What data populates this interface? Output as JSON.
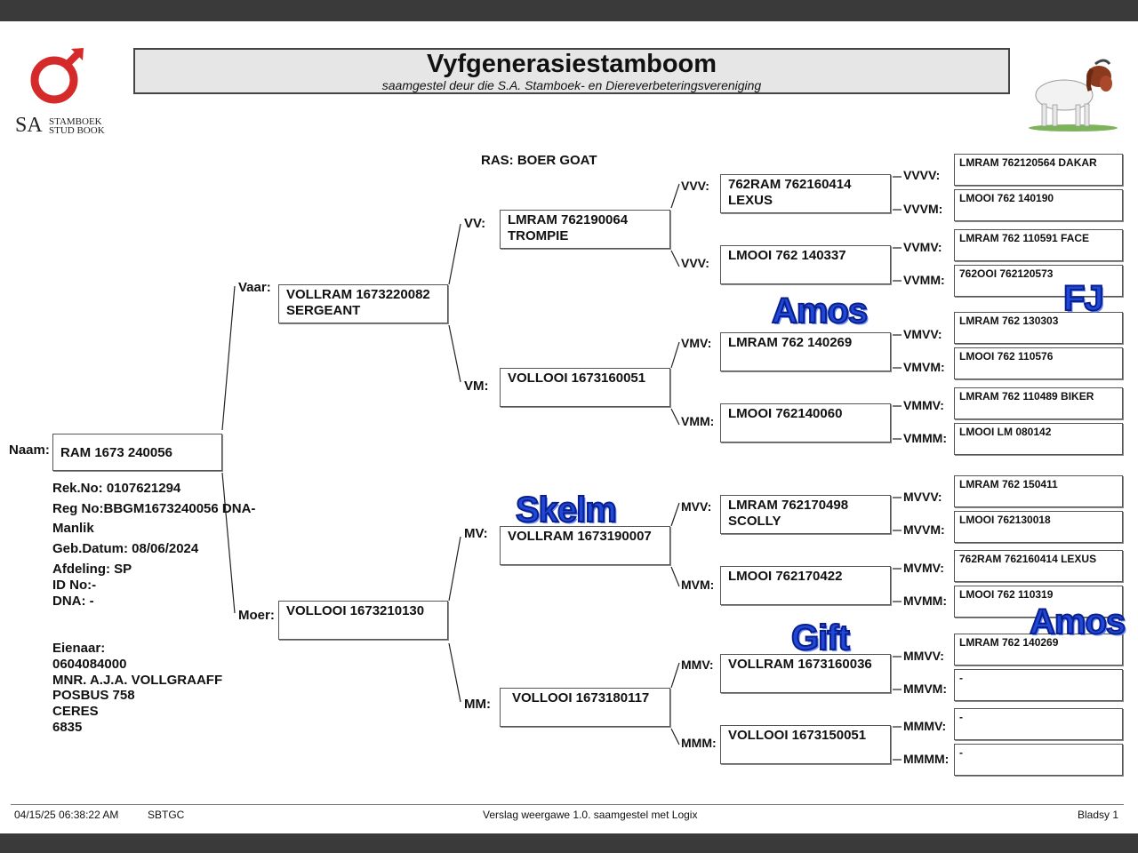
{
  "header": {
    "title": "Vyfgenerasiestamboom",
    "subtitle": "saamgestel deur die S.A. Stamboek- en Diereverbeteringsvereniging",
    "logo_sa": "SA",
    "logo_line1": "STAMBOEK",
    "logo_line2": "STUD BOOK",
    "breed": "RAS: BOER GOAT"
  },
  "animal": {
    "naam_label": "Naam:",
    "naam": "RAM 1673 240056",
    "rek_no": "Rek.No: 0107621294",
    "reg_no": "Reg No:BBGM1673240056 DNA-",
    "sex": "Manlik",
    "geb": "Geb.Datum: 08/06/2024",
    "afdeling": "Afdeling: SP",
    "id_no": "ID No:-",
    "dna": "DNA: -"
  },
  "owner": {
    "label": "Eienaar:",
    "number": "0604084000",
    "name": "MNR. A.J.A. VOLLGRAAFF",
    "box": "POSBUS 758",
    "town": "CERES",
    "code": "6835"
  },
  "gen1": {
    "vaar_label": "Vaar:",
    "vaar_line1": "VOLLRAM 1673220082",
    "vaar_line2": "SERGEANT",
    "moer_label": "Moer:",
    "moer_line1": "VOLLOOI 1673210130"
  },
  "gen2": {
    "vv_label": "VV:",
    "vv_line1": "LMRAM 762190064",
    "vv_line2": "TROMPIE",
    "vm_label": "VM:",
    "vm_line1": "VOLLOOI 1673160051",
    "mv_label": "MV:",
    "mv_line1": "VOLLRAM 1673190007",
    "mm_label": "MM:",
    "mm_line1": "VOLLOOI 1673180117"
  },
  "gen3": {
    "vvv_label": "VVV:",
    "vvv_line1": "762RAM 762160414",
    "vvv_line2": "LEXUS",
    "vvm_label": "VVV:",
    "vvm_line1": "LMOOI 762 140337",
    "vmv_label": "VMV:",
    "vmv_line1": "LMRAM 762 140269",
    "vmm_label": "VMM:",
    "vmm_line1": "LMOOI 762140060",
    "mvv_label": "MVV:",
    "mvv_line1": "LMRAM 762170498",
    "mvv_line2": "SCOLLY",
    "mvm_label": "MVM:",
    "mvm_line1": "LMOOI 762170422",
    "mmv_label": "MMV:",
    "mmv_line1": "VOLLRAM 1673160036",
    "mmm_label": "MMM:",
    "mmm_line1": "VOLLOOI 1673150051"
  },
  "gen4": [
    {
      "label": "VVVV:",
      "value": "LMRAM 762120564  DAKAR"
    },
    {
      "label": "VVVM:",
      "value": "LMOOI 762 140190"
    },
    {
      "label": "VVMV:",
      "value": "LMRAM 762 110591 FACE"
    },
    {
      "label": "VVMM:",
      "value": "762OOI 762120573"
    },
    {
      "label": "VMVV:",
      "value": "LMRAM 762 130303"
    },
    {
      "label": "VMVM:",
      "value": "LMOOI 762 110576"
    },
    {
      "label": "VMMV:",
      "value": "LMRAM 762 110489 BIKER"
    },
    {
      "label": "VMMM:",
      "value": "LMOOI LM 080142"
    },
    {
      "label": "MVVV:",
      "value": "LMRAM 762 150411"
    },
    {
      "label": "MVVM:",
      "value": "LMOOI 762130018"
    },
    {
      "label": "MVMV:",
      "value": "762RAM 762160414 LEXUS"
    },
    {
      "label": "MVMM:",
      "value": "LMOOI 762 110319"
    },
    {
      "label": "MMVV:",
      "value": "LMRAM 762 140269"
    },
    {
      "label": "MMVM:",
      "value": "-"
    },
    {
      "label": "MMMV:",
      "value": "-"
    },
    {
      "label": "MMMM:",
      "value": "-"
    }
  ],
  "handwritten": {
    "amos1": "Amos",
    "fj": "FJ",
    "skelm": "Skelm",
    "gift": "Gift",
    "amos2": "Amos"
  },
  "footer": {
    "datetime": "04/15/25 06:38:22 AM",
    "code": "SBTGC",
    "report": "Verslag weergawe 1.0. saamgestel met Logix",
    "page": "Bladsy 1"
  },
  "colors": {
    "logo_red": "#d42a2a",
    "handwriting_blue": "#1f49d6"
  }
}
